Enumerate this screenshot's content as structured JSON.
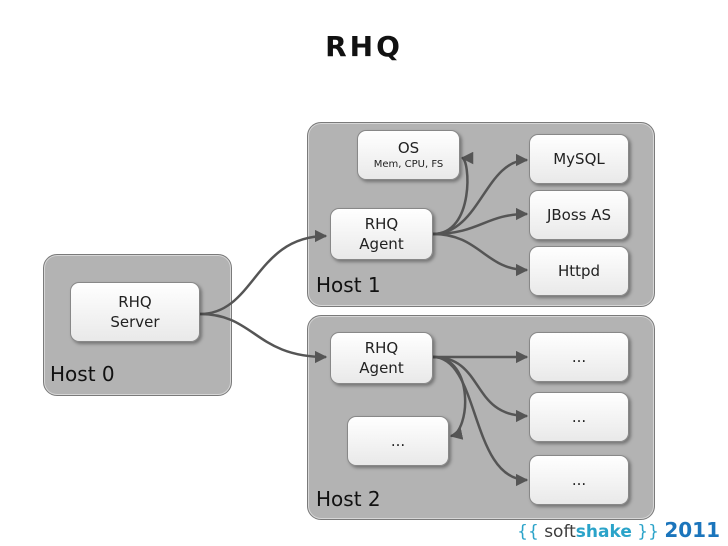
{
  "title": "RHQ",
  "hosts": {
    "host0": {
      "label": "Host 0"
    },
    "host1": {
      "label": "Host 1"
    },
    "host2": {
      "label": "Host 2"
    }
  },
  "nodes": {
    "rhq_server": {
      "line1": "RHQ",
      "line2": "Server"
    },
    "agent1": {
      "line1": "RHQ",
      "line2": "Agent"
    },
    "agent2": {
      "line1": "RHQ",
      "line2": "Agent"
    },
    "os": {
      "line1": "OS",
      "line2": "Mem, CPU, FS"
    },
    "mysql": {
      "label": "MySQL"
    },
    "jboss": {
      "label": "JBoss AS"
    },
    "httpd": {
      "label": "Httpd"
    },
    "ellipsis_a": {
      "label": "..."
    },
    "ellipsis_b": {
      "label": "..."
    },
    "ellipsis_c": {
      "label": "..."
    },
    "ellipsis_d": {
      "label": "..."
    }
  },
  "logo": {
    "open": "{{",
    "soft": "soft",
    "shake": "shake",
    "close": "}}",
    "year": "2011"
  }
}
